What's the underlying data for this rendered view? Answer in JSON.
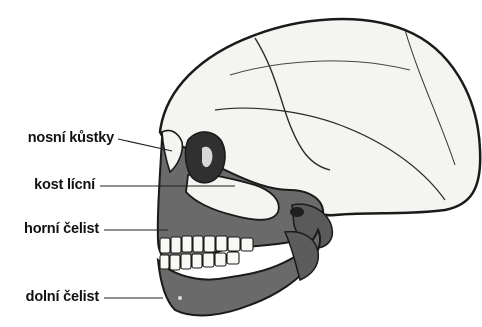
{
  "labels": {
    "nasal_bones": "nosní kůstky",
    "zygomatic_bone": "kost lícní",
    "maxilla": "horní čelist",
    "mandible": "dolní čelist"
  },
  "colors": {
    "bone_light": "#f4f4f1",
    "bone_outline": "#1a1a1a",
    "highlight_fill": "#6a6a6a",
    "leader_line": "#222222",
    "text": "#111111"
  }
}
